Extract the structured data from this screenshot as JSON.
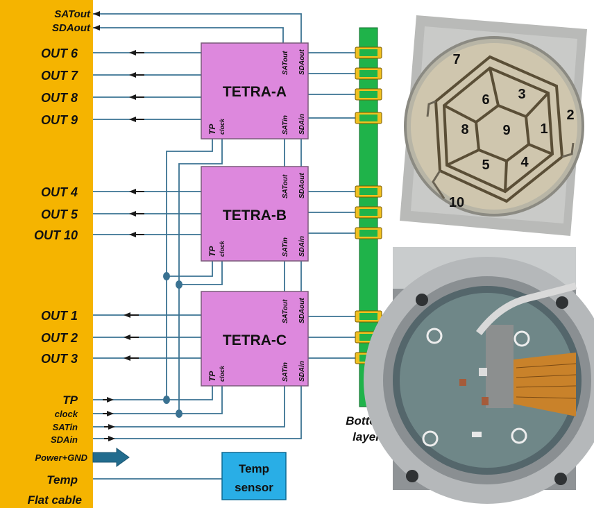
{
  "cable": {
    "outputs": [
      "SATout",
      "SDAout",
      "OUT 6",
      "OUT 7",
      "OUT 8",
      "OUT 9",
      "OUT 4",
      "OUT 5",
      "OUT 10",
      "OUT 1",
      "OUT 2",
      "OUT 3"
    ],
    "inputs": [
      "TP",
      "clock",
      "SATin",
      "SDAin"
    ],
    "power": "Power+GND",
    "temp": "Temp",
    "footer": "Flat cable"
  },
  "chips": [
    {
      "name": "TETRA-A",
      "pins_top": [
        "SATout",
        "SDAout"
      ],
      "pins_bottom_right": [
        "SATin",
        "SDAin"
      ],
      "pins_bottom_left": [
        "TP",
        "clock"
      ]
    },
    {
      "name": "TETRA-B",
      "pins_top": [
        "SATout",
        "SDAout"
      ],
      "pins_bottom_right": [
        "SATin",
        "SDAin"
      ],
      "pins_bottom_left": [
        "TP",
        "clock"
      ]
    },
    {
      "name": "TETRA-C",
      "pins_top": [
        "SATout",
        "SDAout"
      ],
      "pins_bottom_right": [
        "SATin",
        "SDAin"
      ],
      "pins_bottom_left": [
        "TP",
        "clock"
      ]
    }
  ],
  "temp_sensor": {
    "line1": "Temp",
    "line2": "sensor"
  },
  "bottom_layer": {
    "line1": "Bottom",
    "line2": "layer"
  },
  "pad_numbers": [
    "7",
    "6",
    "3",
    "2",
    "8",
    "9",
    "1",
    "5",
    "4",
    "10"
  ],
  "colors": {
    "cable": "#f5b400",
    "chip": "#dd88dd",
    "bus": "#1fb34a",
    "wire": "#3a7292",
    "sensor": "#29aee6",
    "arrow": "#1a1a1a"
  }
}
